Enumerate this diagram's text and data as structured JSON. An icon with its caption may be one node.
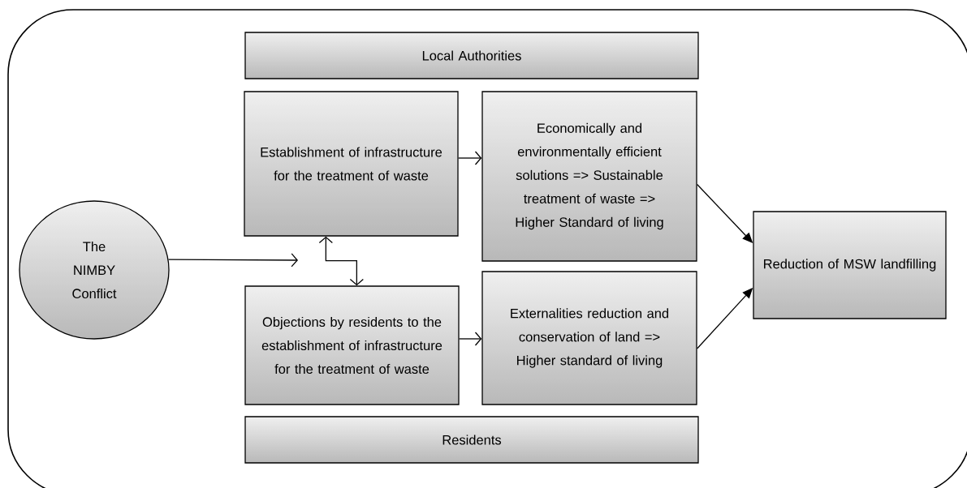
{
  "diagram": {
    "nodes": [
      {
        "text": [
          "Local Authorities"
        ]
      },
      {
        "text": [
          "Establishment of infrastructure for the treatment of waste"
        ]
      },
      {
        "text": [
          "Economically and environmentally efficient solutions => Sustainable treatment of waste => Higher Standard of living"
        ]
      },
      {
        "text": [
          "The NIMBY Conflict"
        ]
      },
      {
        "text": [
          "Objections by residents to the establishment of infrastructure for the treatment of waste"
        ]
      },
      {
        "text": [
          "Externalities reduction and conservation of land => Higher standard of living"
        ]
      },
      {
        "text": [
          "Reduction of MSW landfilling"
        ]
      },
      {
        "text": [
          "Residents"
        ]
      }
    ],
    "edges": [
      {
        "from": 3,
        "to": null,
        "arrow": "to"
      },
      {
        "from": 1,
        "to": 4,
        "arrow": "both"
      },
      {
        "from": 1,
        "to": 2,
        "arrow": "to"
      },
      {
        "from": 4,
        "to": 5,
        "arrow": "to"
      },
      {
        "from": 2,
        "to": 6,
        "arrow": "to"
      },
      {
        "from": 5,
        "to": 6,
        "arrow": "to"
      }
    ]
  }
}
